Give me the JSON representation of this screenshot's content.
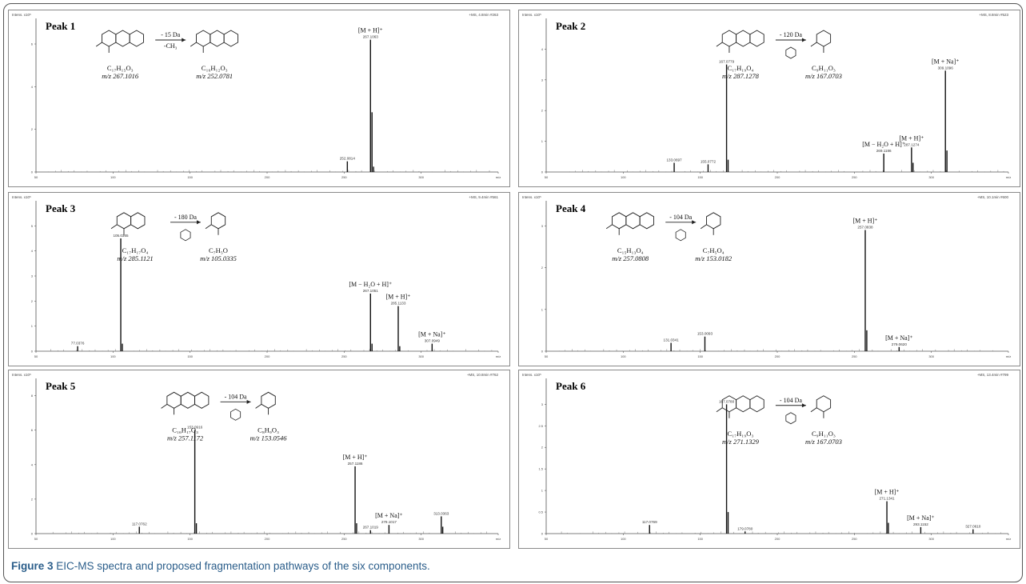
{
  "caption": {
    "label": "Figure 3",
    "text": "EIC-MS spectra and proposed fragmentation pathways of the six components."
  },
  "chart_data": [
    {
      "type": "bar",
      "title": "Peak 1",
      "scan_info": "+MS, 4.8min #263",
      "y_unit": "Intens. x10⁵",
      "xlim": [
        50,
        350
      ],
      "ylim": [
        0,
        7.2
      ],
      "x_ticks": [
        "50",
        "100",
        "150",
        "200",
        "250",
        "300",
        "m/z"
      ],
      "y_ticks": [
        0,
        2,
        4,
        6
      ],
      "x": [
        252.0814,
        267.1063,
        268.1,
        269.1
      ],
      "values": [
        0.5,
        6.2,
        2.8,
        0.25
      ],
      "peak_labels": [
        {
          "x": 252.0814,
          "text": "252.0814"
        },
        {
          "x": 267.1063,
          "text": "267.1063"
        }
      ],
      "annotations": [
        {
          "x": 267.1063,
          "text": "[M + H]⁺"
        }
      ],
      "scheme": {
        "loss": "- 15 Da",
        "loss2": "-CH₃",
        "precursor_formula": "C₁₇H₁₅O₃",
        "precursor_mz": "m/z 267.1016",
        "fragment_formula": "C₁₆H₁₂O₃",
        "fragment_mz": "m/z 252.0781"
      }
    },
    {
      "type": "bar",
      "title": "Peak 2",
      "scan_info": "+MS, 8.8min #523",
      "y_unit": "Intens. x10⁵",
      "xlim": [
        50,
        350
      ],
      "ylim": [
        0,
        5
      ],
      "x_ticks": [
        "50",
        "100",
        "150",
        "200",
        "250",
        "300",
        "m/z"
      ],
      "y_ticks": [
        0,
        1,
        2,
        3,
        4
      ],
      "x": [
        133.0697,
        155.0772,
        167.0779,
        168.08,
        269.1186,
        287.1274,
        288.1,
        309.1096,
        310.1
      ],
      "values": [
        0.3,
        0.25,
        3.5,
        0.4,
        0.6,
        0.8,
        0.3,
        3.3,
        0.7
      ],
      "peak_labels": [
        {
          "x": 133.0697,
          "text": "133.0697"
        },
        {
          "x": 155.0772,
          "text": "155.0772"
        },
        {
          "x": 167.0779,
          "text": "167.0779"
        },
        {
          "x": 269.1186,
          "text": "269.1186"
        },
        {
          "x": 287.1274,
          "text": "287.1274"
        },
        {
          "x": 309.1096,
          "text": "309.1096"
        }
      ],
      "annotations": [
        {
          "x": 269.1186,
          "text": "[M − H₂O + H]⁺"
        },
        {
          "x": 287.1274,
          "text": "[M + H]⁺"
        },
        {
          "x": 309.1096,
          "text": "[M + Na]⁺"
        }
      ],
      "scheme": {
        "loss": "- 120 Da",
        "precursor_formula": "C₁₇H₁₉O₄",
        "precursor_mz": "m/z 287.1278",
        "fragment_formula": "C₉H₁₁O₃",
        "fragment_mz": "m/z 167.0703"
      }
    },
    {
      "type": "bar",
      "title": "Peak 3",
      "scan_info": "+MS, 9.4min #561",
      "y_unit": "Intens. x10⁵",
      "xlim": [
        50,
        350
      ],
      "ylim": [
        0,
        6
      ],
      "x_ticks": [
        "50",
        "100",
        "150",
        "200",
        "250",
        "300",
        "m/z"
      ],
      "y_ticks": [
        0,
        1,
        2,
        3,
        4,
        5
      ],
      "x": [
        77.0376,
        105.0365,
        106.04,
        267.1051,
        268.1,
        285.1133,
        286.1,
        307.0949
      ],
      "values": [
        0.2,
        4.5,
        0.3,
        2.3,
        0.3,
        1.8,
        0.2,
        0.3
      ],
      "peak_labels": [
        {
          "x": 77.0376,
          "text": "77.0376"
        },
        {
          "x": 105.0365,
          "text": "105.0365"
        },
        {
          "x": 267.1051,
          "text": "267.1051"
        },
        {
          "x": 285.1133,
          "text": "285.1133"
        },
        {
          "x": 307.0949,
          "text": "307.0949"
        }
      ],
      "annotations": [
        {
          "x": 267.1051,
          "text": "[M − H₂O + H]⁺"
        },
        {
          "x": 285.1133,
          "text": "[M + H]⁺"
        },
        {
          "x": 307.0949,
          "text": "[M + Na]⁺"
        }
      ],
      "scheme": {
        "loss": "- 180 Da",
        "precursor_formula": "C₁₇H₁₇O₄",
        "precursor_mz": "m/z 285.1121",
        "fragment_formula": "C₇H₅O",
        "fragment_mz": "m/z 105.0335"
      }
    },
    {
      "type": "bar",
      "title": "Peak 4",
      "scan_info": "+MS, 10.1min #600",
      "y_unit": "Intens. x10⁵",
      "xlim": [
        50,
        350
      ],
      "ylim": [
        0,
        3.6
      ],
      "x_ticks": [
        "50",
        "100",
        "150",
        "200",
        "250",
        "300",
        "m/z"
      ],
      "y_ticks": [
        0,
        1,
        2,
        3
      ],
      "x": [
        131.0341,
        153.0093,
        257.0838,
        258.09,
        279.062
      ],
      "values": [
        0.2,
        0.35,
        2.9,
        0.5,
        0.1
      ],
      "peak_labels": [
        {
          "x": 131.0341,
          "text": "131.0341"
        },
        {
          "x": 153.0093,
          "text": "153.0093"
        },
        {
          "x": 257.0838,
          "text": "257.0838"
        },
        {
          "x": 279.062,
          "text": "279.0620"
        }
      ],
      "annotations": [
        {
          "x": 257.0838,
          "text": "[M + H]⁺"
        },
        {
          "x": 279.062,
          "text": "[M + Na]⁺"
        }
      ],
      "scheme": {
        "loss": "- 104 Da",
        "precursor_formula": "C₁₅H₁₃O₄",
        "precursor_mz": "m/z 257.0808",
        "fragment_formula": "C₇H₅O₄",
        "fragment_mz": "m/z 153.0182"
      }
    },
    {
      "type": "bar",
      "title": "Peak 5",
      "scan_info": "+MS, 10.8min #762",
      "y_unit": "Intens. x10⁵",
      "xlim": [
        50,
        350
      ],
      "ylim": [
        0,
        9
      ],
      "x_ticks": [
        "50",
        "100",
        "150",
        "200",
        "250",
        "300",
        "m/z"
      ],
      "y_ticks": [
        0,
        2,
        4,
        6,
        8
      ],
      "x": [
        117.0762,
        153.0916,
        154.1,
        257.1186,
        258.1,
        267.1019,
        279.1017,
        313.0363,
        314.0
      ],
      "values": [
        0.4,
        6.0,
        0.6,
        3.9,
        0.6,
        0.2,
        0.5,
        1.0,
        0.4
      ],
      "peak_labels": [
        {
          "x": 117.0762,
          "text": "117.0762"
        },
        {
          "x": 153.0916,
          "text": "153.0916"
        },
        {
          "x": 257.1186,
          "text": "257.1186"
        },
        {
          "x": 267.1019,
          "text": "267.1019"
        },
        {
          "x": 279.1017,
          "text": "279.1017"
        },
        {
          "x": 313.0363,
          "text": "313.0363"
        }
      ],
      "annotations": [
        {
          "x": 257.1186,
          "text": "[M + H]⁺"
        },
        {
          "x": 279.1017,
          "text": "[M + Na]⁺"
        }
      ],
      "scheme": {
        "loss": "- 104 Da",
        "precursor_formula": "C₁₆H₁₇O₃",
        "precursor_mz": "m/z 257.1172",
        "fragment_formula": "C₈H₉O₃",
        "fragment_mz": "m/z 153.0546"
      }
    },
    {
      "type": "bar",
      "title": "Peak 6",
      "scan_info": "+MS, 13.4min #799",
      "y_unit": "Intens. x10⁵",
      "xlim": [
        50,
        350
      ],
      "ylim": [
        0,
        3.6
      ],
      "x_ticks": [
        "50",
        "100",
        "150",
        "200",
        "250",
        "300",
        "m/z"
      ],
      "y_ticks": [
        0,
        0.5,
        1,
        1.5,
        2,
        2.5,
        3
      ],
      "x": [
        117.0769,
        167.078,
        168.08,
        179.078,
        271.1341,
        272.1,
        293.1152,
        327.061
      ],
      "values": [
        0.2,
        3.0,
        0.5,
        0.05,
        0.75,
        0.25,
        0.15,
        0.1
      ],
      "peak_labels": [
        {
          "x": 117.0769,
          "text": "117.0769"
        },
        {
          "x": 167.078,
          "text": "167.0780"
        },
        {
          "x": 179.078,
          "text": "179.0780"
        },
        {
          "x": 271.1341,
          "text": "271.1341"
        },
        {
          "x": 293.1152,
          "text": "293.1152"
        },
        {
          "x": 327.061,
          "text": "327.0610"
        }
      ],
      "annotations": [
        {
          "x": 271.1341,
          "text": "[M + H]⁺"
        },
        {
          "x": 293.1152,
          "text": "[M + Na]⁺"
        }
      ],
      "scheme": {
        "loss": "- 104 Da",
        "precursor_formula": "C₁₇H₁₉O₃",
        "precursor_mz": "m/z 271.1329",
        "fragment_formula": "C₉H₁₁O₃",
        "fragment_mz": "m/z 167.0703"
      }
    }
  ]
}
